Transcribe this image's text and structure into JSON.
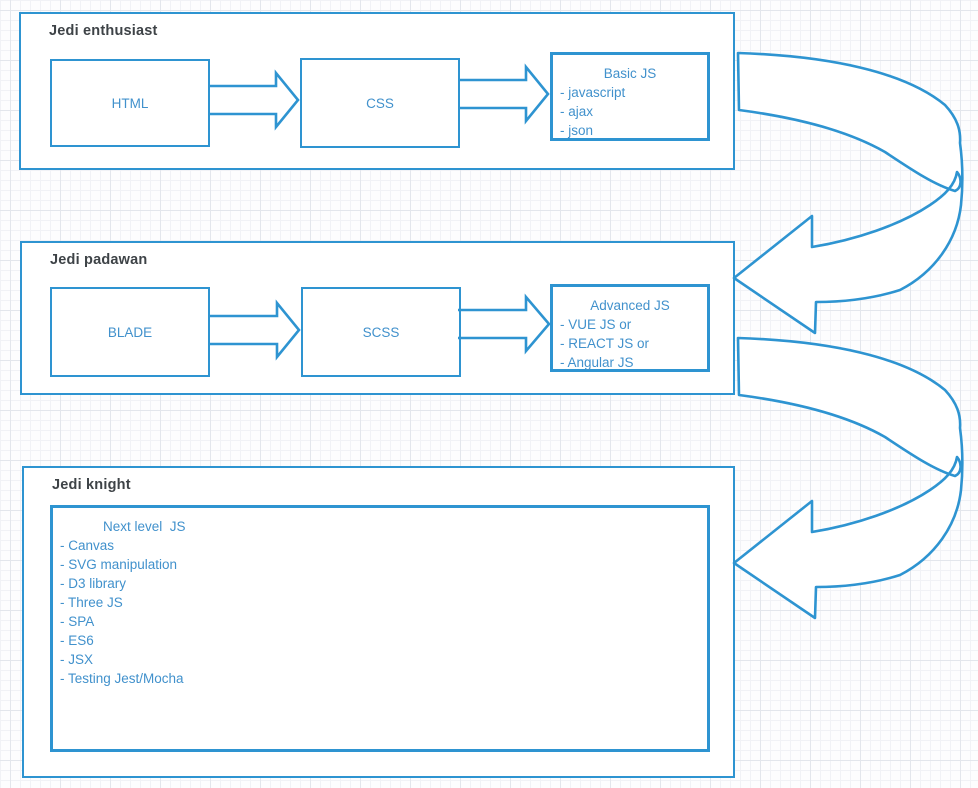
{
  "colors": {
    "accent": "#2e94d1",
    "text_blue": "#4191cc",
    "heading": "#3e4347"
  },
  "groups": [
    {
      "title": "Jedi enthusiast",
      "boxes": [
        {
          "label": "HTML"
        },
        {
          "label": "CSS"
        },
        {
          "title": "Basic JS",
          "items": [
            "- javascript",
            "- ajax",
            "- json"
          ]
        }
      ]
    },
    {
      "title": "Jedi padawan",
      "boxes": [
        {
          "label": "BLADE"
        },
        {
          "label": "SCSS"
        },
        {
          "title": "Advanced JS",
          "items": [
            "- VUE JS or",
            "- REACT JS or",
            "- Angular JS"
          ]
        }
      ]
    },
    {
      "title": "Jedi knight",
      "boxes": [
        {
          "title": "Next level  JS",
          "items": [
            "- Canvas",
            "- SVG manipulation",
            "- D3 library",
            "- Three JS",
            "- SPA",
            "- ES6",
            "- JSX",
            "- Testing Jest/Mocha"
          ]
        }
      ]
    }
  ]
}
